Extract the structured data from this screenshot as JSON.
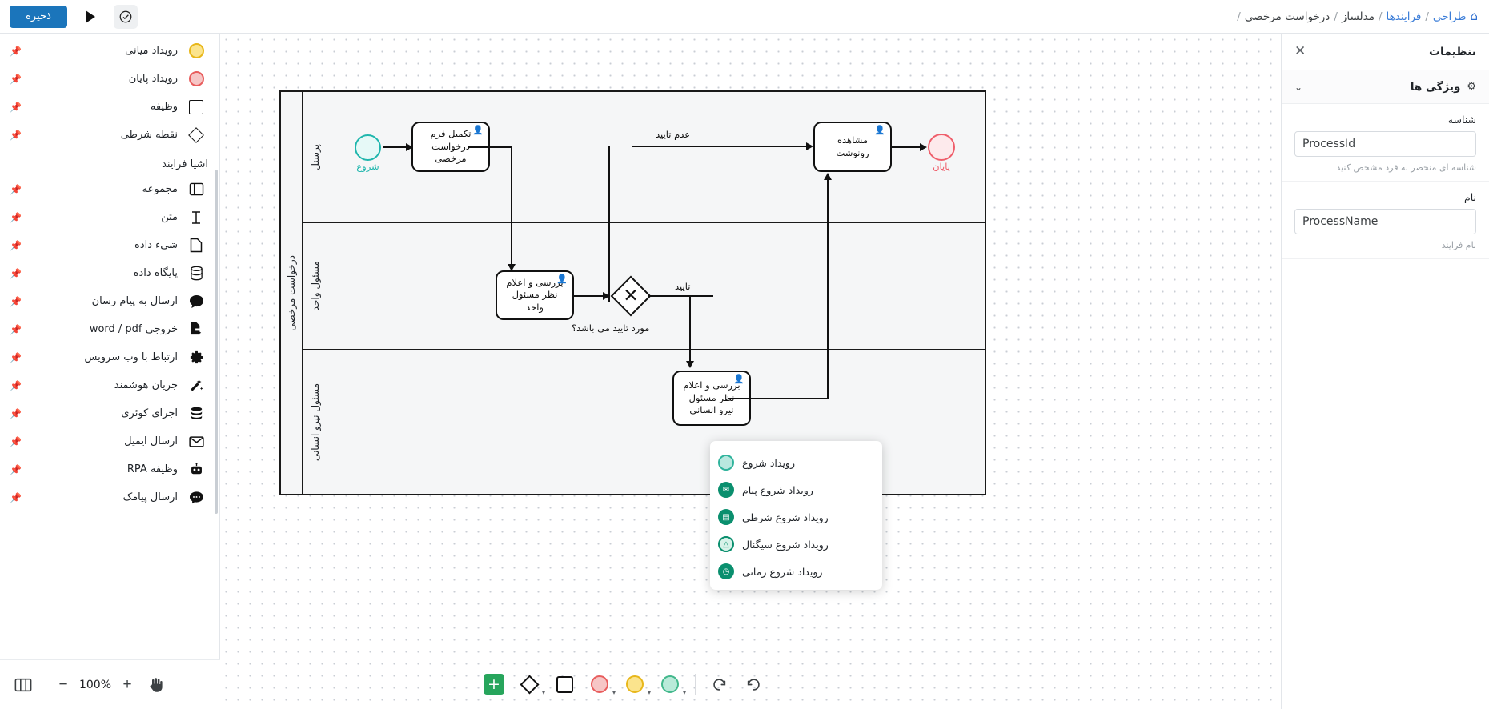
{
  "topbar": {
    "save_label": "ذخیره",
    "run_icon": "play-icon",
    "validate_icon": "check-circle-icon",
    "breadcrumb": {
      "home_icon": "home-icon",
      "items": [
        {
          "label": "طراحی",
          "link": true
        },
        {
          "label": "فرایندها",
          "link": true
        },
        {
          "label": "مدلساز",
          "link": false
        },
        {
          "label": "درخواست مرخصی",
          "link": false
        }
      ],
      "separator": "/"
    }
  },
  "palette": {
    "items": [
      {
        "label": "رویداد میانی",
        "icon": "intermediate-event-icon",
        "pin": "pin-icon"
      },
      {
        "label": "رویداد پایان",
        "icon": "end-event-icon",
        "pin": "pin-icon"
      },
      {
        "label": "وظیفه",
        "icon": "task-icon",
        "pin": "pin-icon"
      },
      {
        "label": "نقطه شرطی",
        "icon": "gateway-icon",
        "pin": "pin-icon"
      }
    ],
    "section_title": "اشیا فرایند",
    "objects": [
      {
        "label": "مجموعه",
        "icon": "group-icon",
        "pin": "pin-icon"
      },
      {
        "label": "متن",
        "icon": "text-annotation-icon",
        "pin": "pin-icon"
      },
      {
        "label": "شیء داده",
        "icon": "data-object-icon",
        "pin": "pin-icon"
      },
      {
        "label": "پایگاه داده",
        "icon": "database-icon",
        "pin": "pin-icon"
      },
      {
        "label": "ارسال به پیام رسان",
        "icon": "chat-bubble-icon",
        "pin": "pin-icon"
      },
      {
        "label": "خروجی word / pdf",
        "icon": "file-export-icon",
        "pin": "pin-icon"
      },
      {
        "label": "ارتباط با وب سرویس",
        "icon": "gear-icon",
        "pin": "pin-icon"
      },
      {
        "label": "جریان هوشمند",
        "icon": "magic-wand-icon",
        "pin": "pin-icon"
      },
      {
        "label": "اجرای کوئری",
        "icon": "database-stack-icon",
        "pin": "pin-icon"
      },
      {
        "label": "ارسال ایمیل",
        "icon": "envelope-icon",
        "pin": "pin-icon"
      },
      {
        "label": "وظیفه RPA",
        "icon": "robot-icon",
        "pin": "pin-icon"
      },
      {
        "label": "ارسال پیامک",
        "icon": "sms-icon",
        "pin": "pin-icon"
      }
    ]
  },
  "bottom_left_toolbar": {
    "layout_icon": "columns-layout-icon",
    "zoom_out_icon": "minus-icon",
    "zoom_value": "100%",
    "zoom_in_icon": "plus-icon",
    "pan_icon": "hand-icon"
  },
  "bottom_center_toolbar": {
    "undo_icon": "undo-icon",
    "redo_icon": "redo-icon",
    "shapes": [
      {
        "name": "start-event-shape",
        "caret": "▾"
      },
      {
        "name": "intermediate-event-shape",
        "caret": "▾"
      },
      {
        "name": "end-event-shape",
        "caret": "▾"
      },
      {
        "name": "task-shape",
        "caret": ""
      },
      {
        "name": "gateway-shape",
        "caret": "▾"
      }
    ],
    "add_label": "+"
  },
  "popup_menu": {
    "items": [
      {
        "label": "رویداد شروع",
        "icon": "start-event-plain-icon"
      },
      {
        "label": "رویداد شروع پیام",
        "icon": "start-event-message-icon",
        "glyph": "✉"
      },
      {
        "label": "رویداد شروع شرطی",
        "icon": "start-event-conditional-icon",
        "glyph": "▤"
      },
      {
        "label": "رویداد شروع سیگنال",
        "icon": "start-event-signal-icon",
        "glyph": "△"
      },
      {
        "label": "رویداد شروع زمانی",
        "icon": "start-event-timer-icon",
        "glyph": "◷"
      }
    ]
  },
  "diagram": {
    "pool_label": "درخواست مرخصی",
    "lanes": [
      {
        "label": "پرسنل"
      },
      {
        "label": "مسئول واحد"
      },
      {
        "label": "مسئول نیرو انسانی"
      }
    ],
    "nodes": {
      "start_event_caption": "شروع",
      "task_form": "تکمیل فرم درخواست مرخصی",
      "task_unit_review": "بررسی و اعلام نظر مسئول واحد",
      "gateway_label": "مورد تایید می باشد؟",
      "gateway_glyph": "✕",
      "task_hr_review": "بررسی و اعلام نظر مسئول نیرو انسانی",
      "task_view_copy": "مشاهده رونوشت",
      "end_event_caption": "پایان"
    },
    "edge_labels": {
      "rejected": "عدم تایید",
      "approved": "تایید"
    }
  },
  "settings": {
    "title": "تنظیمات",
    "close_icon": "close-icon",
    "section": {
      "title": "ویژگی ها",
      "gear_icon": "gear-icon",
      "chevron": "chevron-down-icon"
    },
    "fields": [
      {
        "label": "شناسه",
        "value": "ProcessId",
        "help": "شناسه ای منحصر به فرد مشخص کنید"
      },
      {
        "label": "نام",
        "value": "ProcessName",
        "help": "نام فرایند"
      }
    ]
  }
}
